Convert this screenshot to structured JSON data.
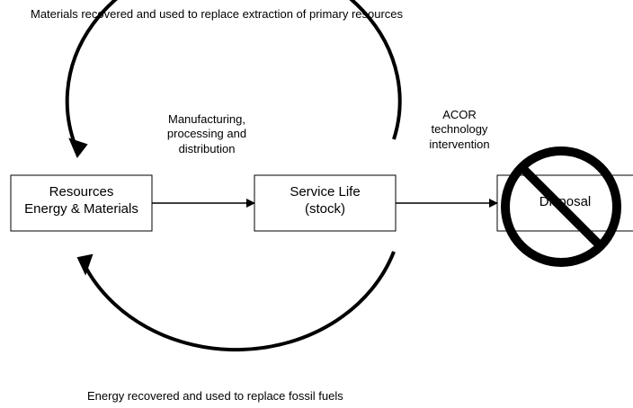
{
  "top_caption": "Materials recovered and used to replace extraction of primary resources",
  "bottom_caption": "Energy recovered and used to replace fossil fuels",
  "resources_box": {
    "line1": "Resources",
    "line2": "Energy & Materials"
  },
  "service_box": {
    "line1": "Service Life",
    "line2": "(stock)"
  },
  "disposal_box": {
    "label": "Disposal"
  },
  "manufacturing_label": {
    "line1": "Manufacturing,",
    "line2": "processing and",
    "line3": "distribution"
  },
  "acor_label": {
    "line1": "ACOR",
    "line2": "technology",
    "line3": "intervention"
  },
  "colors": {
    "stroke": "#000000",
    "background": "#ffffff"
  }
}
